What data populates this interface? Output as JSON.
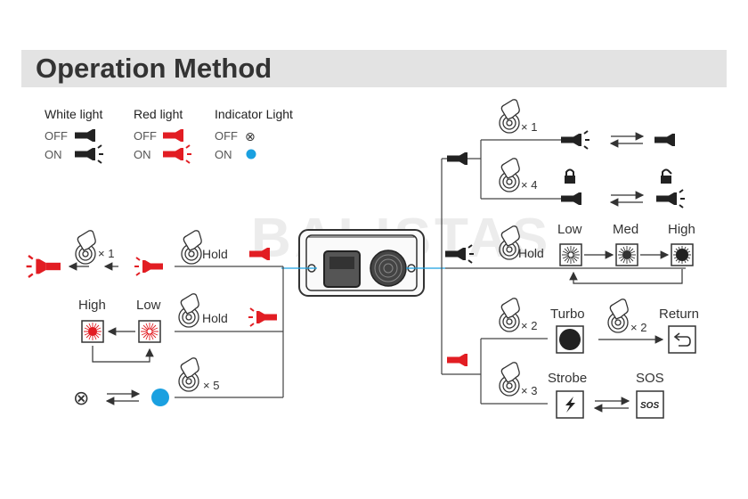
{
  "title": "Operation Method",
  "watermark": "BALISTAS",
  "legend": {
    "white": {
      "label": "White light",
      "off": "OFF",
      "on": "ON"
    },
    "red": {
      "label": "Red light",
      "off": "OFF",
      "on": "ON"
    },
    "indicator": {
      "label": "Indicator Light",
      "off": "OFF",
      "on": "ON",
      "off_symbol": "⊗"
    }
  },
  "left": {
    "click_x1": "× 1",
    "hold_1": "Hold",
    "high": "High",
    "low": "Low",
    "hold_2": "Hold",
    "click_x5": "× 5",
    "indicator_off_symbol": "⊗"
  },
  "right": {
    "click_x1": "× 1",
    "click_x4": "× 4",
    "hold": "Hold",
    "low": "Low",
    "med": "Med",
    "high": "High",
    "click_x2": "× 2",
    "turbo": "Turbo",
    "click_x2_b": "× 2",
    "return": "Return",
    "click_x3": "× 3",
    "strobe": "Strobe",
    "sos": "SOS",
    "sos_badge": "SOS"
  },
  "colors": {
    "red": "#e21d23",
    "blue": "#1aa0e0",
    "dark": "#222222",
    "line": "#444444",
    "band": "#e3e3e3"
  }
}
